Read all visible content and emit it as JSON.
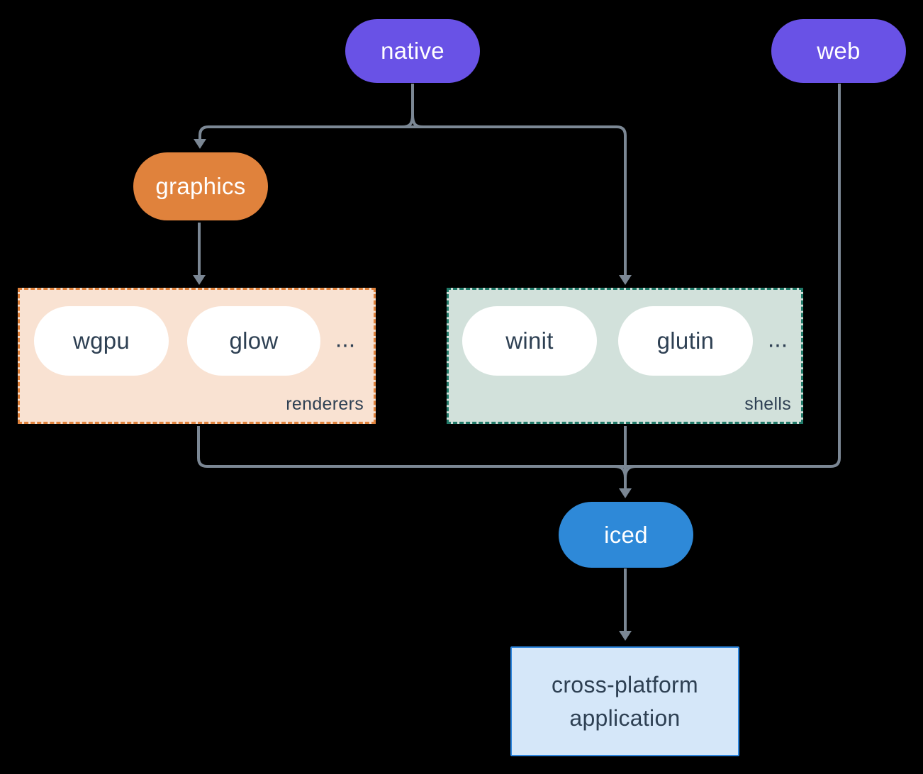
{
  "nodes": {
    "native": {
      "label": "native"
    },
    "web": {
      "label": "web"
    },
    "graphics": {
      "label": "graphics"
    },
    "iced": {
      "label": "iced"
    },
    "app": {
      "line1": "cross-platform",
      "line2": "application"
    }
  },
  "groups": {
    "renderers": {
      "label": "renderers",
      "items": [
        "wgpu",
        "glow"
      ],
      "more": "..."
    },
    "shells": {
      "label": "shells",
      "items": [
        "winit",
        "glutin"
      ],
      "more": "..."
    }
  },
  "edges": [
    {
      "from": "native",
      "to": "graphics"
    },
    {
      "from": "native",
      "to": "shells"
    },
    {
      "from": "graphics",
      "to": "renderers"
    },
    {
      "from": "renderers",
      "to": "iced"
    },
    {
      "from": "shells",
      "to": "iced"
    },
    {
      "from": "web",
      "to": "iced"
    },
    {
      "from": "iced",
      "to": "cross-platform application"
    }
  ],
  "colors": {
    "background": "#000000",
    "pill_purple": "#6952e6",
    "pill_orange": "#e0823c",
    "pill_blue": "#2e89d8",
    "pill_white": "#ffffff",
    "line": "#7b8794",
    "renderers_fill": "#f9e2d2",
    "renderers_border": "#e0823c",
    "shells_fill": "#d2e1db",
    "shells_border": "#217a69",
    "app_fill": "#d5e7f9",
    "app_border": "#2e86de",
    "text_dark": "#2e4053",
    "text_light": "#ffffff"
  }
}
